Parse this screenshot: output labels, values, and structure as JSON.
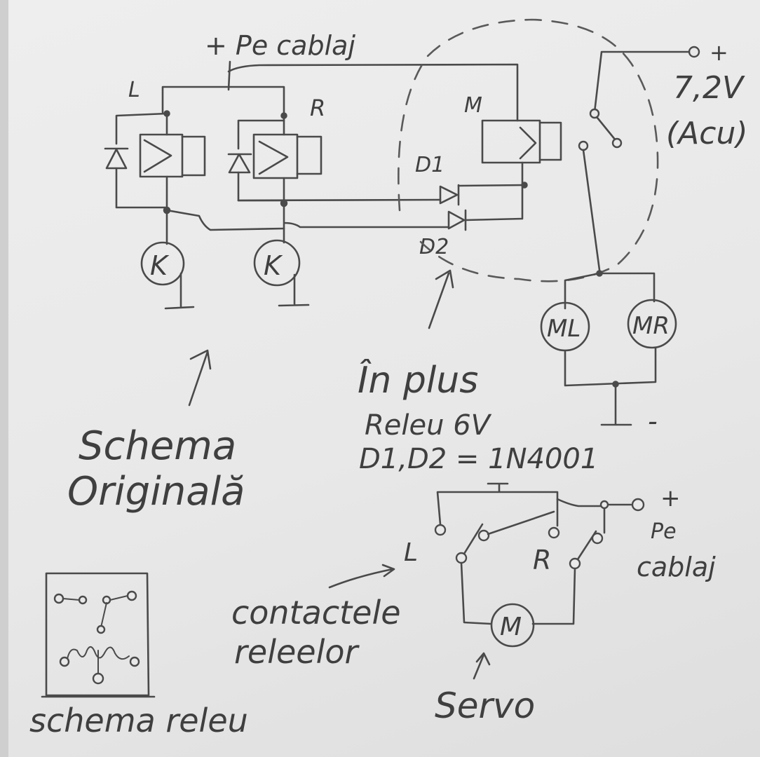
{
  "labels": {
    "pe_cablaj_top": "+ Pe cablaj",
    "relay_l": "L",
    "relay_r": "R",
    "relay_m": "M",
    "d1": "D1",
    "d2": "D2",
    "transistor": "K",
    "voltage": "7,2V",
    "battery": "(Acu)",
    "plus": "+",
    "minus": "-",
    "motor_left": "ML",
    "motor_right": "MR",
    "in_plus": "În plus",
    "schema_originala_1": "Schema",
    "schema_originala_2": "Originală",
    "releu_6v": "Releu 6V",
    "diodes": "D1,D2 = 1N4001",
    "contacts_l": "L",
    "contacts_r": "R",
    "pe_cablaj_1": "Pe",
    "pe_cablaj_2": "cablaj",
    "contactele_1": "contactele",
    "contactele_2": "releelor",
    "servo_motor": "M",
    "servo": "Servo",
    "schema_releu": "schema releu"
  }
}
